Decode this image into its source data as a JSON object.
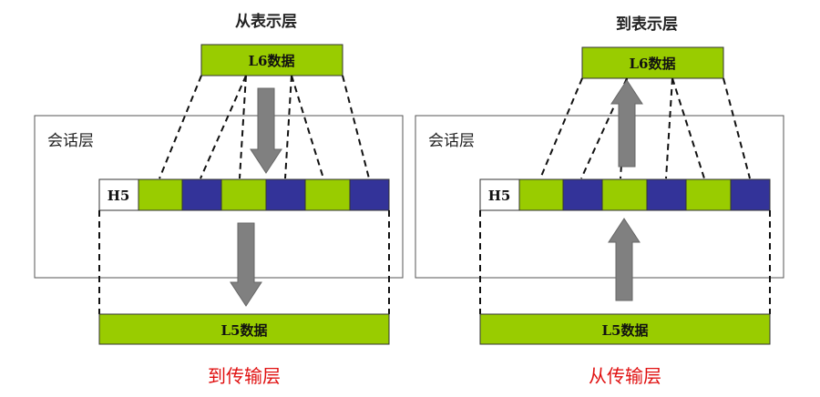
{
  "left": {
    "top_label": "从表示层",
    "l6": "L6数据",
    "session": "会话层",
    "h5": "H5",
    "l5": "L5数据",
    "bottom_label": "到传输层",
    "direction": "down"
  },
  "right": {
    "top_label": "到表示层",
    "l6": "L6数据",
    "session": "会话层",
    "h5": "H5",
    "l5": "L5数据",
    "bottom_label": "从传输层",
    "direction": "up"
  },
  "colors": {
    "green": "#99cc00",
    "blue": "#333399",
    "arrow": "#808080",
    "red": "#e01010"
  }
}
